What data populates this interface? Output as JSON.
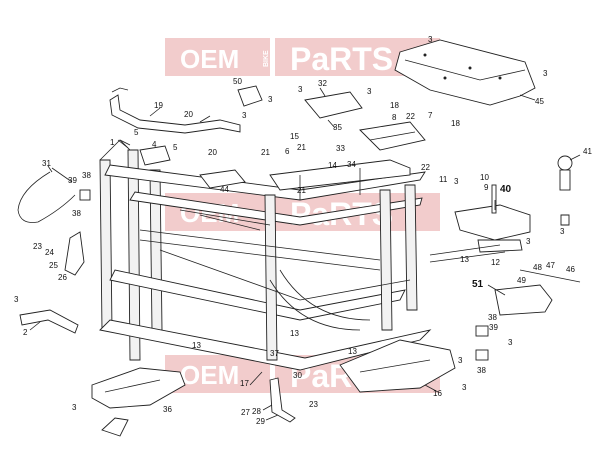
{
  "watermarks": [
    {
      "brand_left": "OEM",
      "brand_mid": "BIKE",
      "brand_right": "PaRTS"
    },
    {
      "brand_left": "OEM",
      "brand_mid": "BIKE",
      "brand_right": "PaRTS"
    },
    {
      "brand_left": "OEM",
      "brand_mid": "BIKE",
      "brand_right": "PaRTS"
    }
  ],
  "callouts": {
    "c1": "1",
    "c2": "2",
    "c3a": "3",
    "c3b": "3",
    "c3c": "3",
    "c3d": "3",
    "c3e": "3",
    "c3f": "3",
    "c3g": "3",
    "c3h": "3",
    "c3i": "3",
    "c3j": "3",
    "c3k": "3",
    "c3l": "3",
    "c3m": "3",
    "c3n": "3",
    "c4": "4",
    "c5a": "5",
    "c5b": "5",
    "c6": "6",
    "c7": "7",
    "c8": "8",
    "c9": "9",
    "c10": "10",
    "c11": "11",
    "c12": "12",
    "c13a": "13",
    "c13b": "13",
    "c13c": "13",
    "c13d": "13",
    "c14": "14",
    "c15": "15",
    "c16": "16",
    "c17": "17",
    "c18a": "18",
    "c18b": "18",
    "c19": "19",
    "c20a": "20",
    "c20b": "20",
    "c21a": "21",
    "c21b": "21",
    "c21c": "21",
    "c22a": "22",
    "c22b": "22",
    "c23a": "23",
    "c23b": "23",
    "c24": "24",
    "c25": "25",
    "c26": "26",
    "c27": "27",
    "c28": "28",
    "c29": "29",
    "c30": "30",
    "c31": "31",
    "c32": "32",
    "c33": "33",
    "c34": "34",
    "c35": "35",
    "c36": "36",
    "c37": "37",
    "c38a": "38",
    "c38b": "38",
    "c38c": "38",
    "c38d": "38",
    "c39a": "39",
    "c39b": "39",
    "c40": "40",
    "c41": "41",
    "c44": "44",
    "c45": "45",
    "c46": "46",
    "c47": "47",
    "c48": "48",
    "c49": "49",
    "c50": "50",
    "c51": "51"
  }
}
